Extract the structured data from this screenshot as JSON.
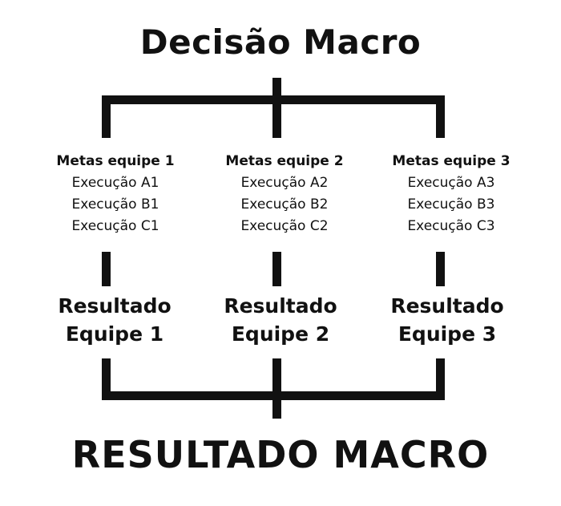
{
  "title": "Decisão Macro",
  "bottom_title": "RESULTADO MACRO",
  "teams": [
    {
      "goals": "Metas equipe 1",
      "executions": [
        "Execução A1",
        "Execução B1",
        "Execução C1"
      ],
      "result_line1": "Resultado",
      "result_line2": "Equipe 1"
    },
    {
      "goals": "Metas equipe 2",
      "executions": [
        "Execução A2",
        "Execução B2",
        "Execução C2"
      ],
      "result_line1": "Resultado",
      "result_line2": "Equipe 2"
    },
    {
      "goals": "Metas equipe 3",
      "executions": [
        "Execução A3",
        "Execução B3",
        "Execução C3"
      ],
      "result_line1": "Resultado",
      "result_line2": "Equipe 3"
    }
  ],
  "colors": {
    "ink": "#111111",
    "background": "#ffffff"
  }
}
